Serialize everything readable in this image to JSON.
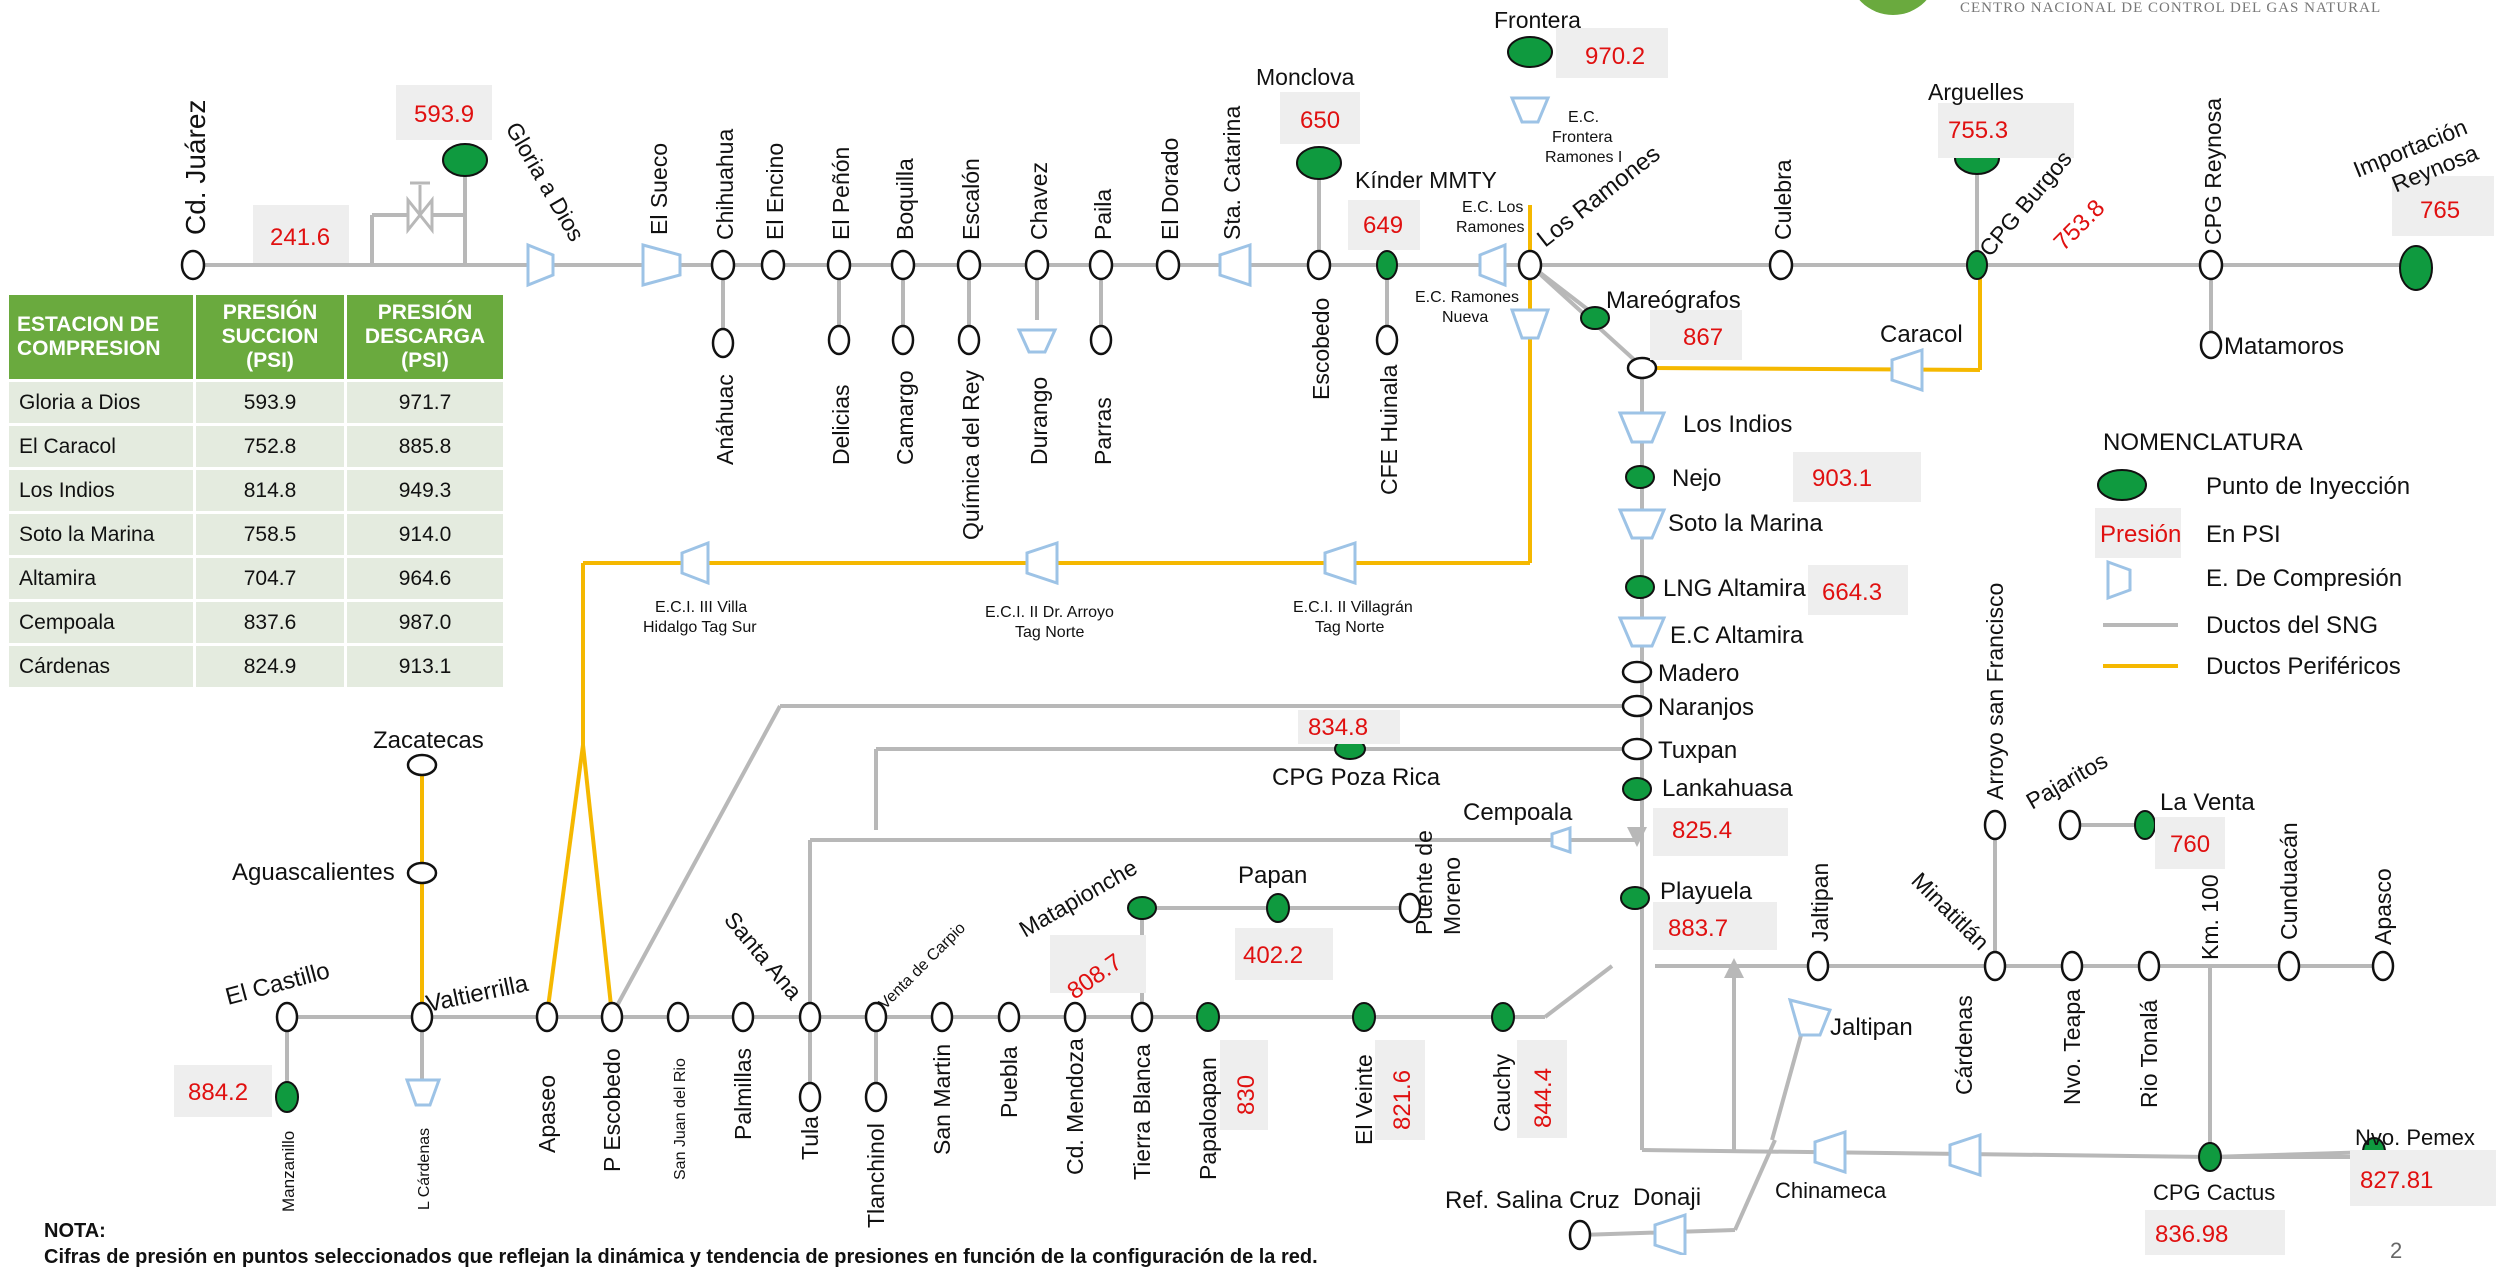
{
  "table": {
    "headers": [
      "ESTACION DE COMPRESION",
      "PRESIÓN SUCCION (PSI)",
      "PRESIÓN DESCARGA (PSI)"
    ],
    "rows": [
      {
        "name": "Gloria a Dios",
        "suction": "593.9",
        "discharge": "971.7"
      },
      {
        "name": "El Caracol",
        "suction": "752.8",
        "discharge": "885.8"
      },
      {
        "name": "Los Indios",
        "suction": "814.8",
        "discharge": "949.3"
      },
      {
        "name": "Soto la Marina",
        "suction": "758.5",
        "discharge": "914.0"
      },
      {
        "name": "Altamira",
        "suction": "704.7",
        "discharge": "964.6"
      },
      {
        "name": "Cempoala",
        "suction": "837.6",
        "discharge": "987.0"
      },
      {
        "name": "Cárdenas",
        "suction": "824.9",
        "discharge": "913.1"
      }
    ]
  },
  "legend": {
    "title": "NOMENCLATURA",
    "injection": "Punto de Inyección",
    "pressure_sample": "Presión",
    "pressure_text": "En PSI",
    "compression": "E. De Compresión",
    "sng": "Ductos del SNG",
    "peripheral": "Ductos Periféricos"
  },
  "nota": {
    "title": "NOTA:",
    "text": "Cifras de presión en puntos seleccionados que reflejan la dinámica y tendencia de presiones en función de la configuración de la red."
  },
  "logo_text": "CENTRO NACIONAL DE CONTROL DEL GAS NATURAL",
  "page_number": "2",
  "colors": {
    "sng": "#b8b8b8",
    "peripheral": "#f5b800",
    "injection": "#0f9a3f",
    "pressure": "#e01010",
    "compressor": "#9dc3e6",
    "header_green": "#6aaa3e"
  },
  "stations": {
    "cd_juarez": "Cd. Juárez",
    "gloria": "Gloria a Dios",
    "el_sueco": "El Sueco",
    "chihuahua": "Chihuahua",
    "anahuac": "Anáhuac",
    "el_encino": "El Encino",
    "el_penon": "El Peñón",
    "delicias": "Delicias",
    "boquilla": "Boquilla",
    "camargo": "Camargo",
    "escalon": "Escalón",
    "quimica": "Química del Rey",
    "chavez": "Chavez",
    "durango": "Durango",
    "paila": "Paila",
    "parras": "Parras",
    "el_dorado": "El Dorado",
    "sta_catarina": "Sta. Catarina",
    "monclova": "Monclova",
    "escobedo": "Escobedo",
    "kinder": "Kínder MMTY",
    "cfe_huinala": "CFE Huinala",
    "frontera": "Frontera",
    "ec_frontera": "E.C. Frontera Ramones I",
    "ec_los_ramones": "E.C. Los Ramones",
    "los_ramones": "Los Ramones",
    "ec_ramones_nueva": "E.C. Ramones Nueva",
    "culebra": "Culebra",
    "arguelles": "Arguelles",
    "cpg_burgos": "CPG Burgos",
    "cpg_reynosa": "CPG Reynosa",
    "importacion": "Importación Reynosa",
    "matamoros": "Matamoros",
    "mareografos": "Mareógrafos",
    "caracol": "Caracol",
    "los_indios": "Los Indios",
    "nejo": "Nejo",
    "soto": "Soto la Marina",
    "lng_altamira": "LNG Altamira",
    "ec_altamira": "E.C Altamira",
    "madero": "Madero",
    "naranjos": "Naranjos",
    "tuxpan": "Tuxpan",
    "lankahuasa": "Lankahuasa",
    "cempoala": "Cempoala",
    "playuela": "Playuela",
    "cpg_poza_rica": "CPG Poza Rica",
    "eci_iii": "E.C.I. III Villa Hidalgo Tag Sur",
    "eci_ii_arroyo": "E.C.I. II Dr. Arroyo Tag Norte",
    "eci_ii_villagran": "E.C.I. II Villagrán Tag Norte",
    "zacatecas": "Zacatecas",
    "aguascalientes": "Aguascalientes",
    "el_castillo": "El Castillo",
    "manzanillo": "Manzanillo",
    "valtierrilla": "Valtierrilla",
    "l_cardenas": "L Cárdenas",
    "apaseo": "Apaseo",
    "p_escobedo": "P Escobedo",
    "san_juan_rio": "San Juan del Rio",
    "palmillas": "Palmillas",
    "santa_ana": "Santa Ana",
    "tula": "Tula",
    "venta_carpio": "Venta de Carpio",
    "tlanchinol": "Tlanchinol",
    "san_martin": "San Martin",
    "puebla": "Puebla",
    "matapionche": "Matapionche",
    "cd_mendoza": "Cd. Mendoza",
    "tierra_blanca": "Tierra Blanca",
    "papan": "Papan",
    "puente_moreno": "Puente de Moreno",
    "papaloapan": "Papaloapan",
    "el_veinte": "El Veinte",
    "cauchy": "Cauchy",
    "jaltipan": "Jaltipan",
    "jaltipan_ec": "Jaltipan",
    "chinameca": "Chinameca",
    "donaji": "Donaji",
    "ref_salina": "Ref. Salina Cruz",
    "cardenas_ec": "Cárdenas",
    "minatitlan": "Minatitlán",
    "nvo_teapa": "Nvo. Teapa",
    "rio_tonala": "Rio Tonalá",
    "km100": "Km. 100",
    "cunduacan": "Cunduacán",
    "apasco": "Apasco",
    "arroyo_sf": "Arroyo san Francisco",
    "pajaritos": "Pajaritos",
    "la_venta": "La Venta",
    "cpg_cactus": "CPG Cactus",
    "nvo_pemex": "Nvo. Pemex"
  },
  "pressures": {
    "p241": "241.6",
    "p593": "593.9",
    "p970": "970.2",
    "p650": "650",
    "p649": "649",
    "p755": "755.3",
    "p753": "753.8",
    "p765": "765",
    "p867": "867",
    "p903": "903.1",
    "p664": "664.3",
    "p834": "834.8",
    "p825": "825.4",
    "p883": "883.7",
    "p884": "884.2",
    "p808": "808.7",
    "p402": "402.2",
    "p830": "830",
    "p821": "821.6",
    "p844": "844.4",
    "p760": "760",
    "p827": "827.81",
    "p836": "836.98"
  }
}
